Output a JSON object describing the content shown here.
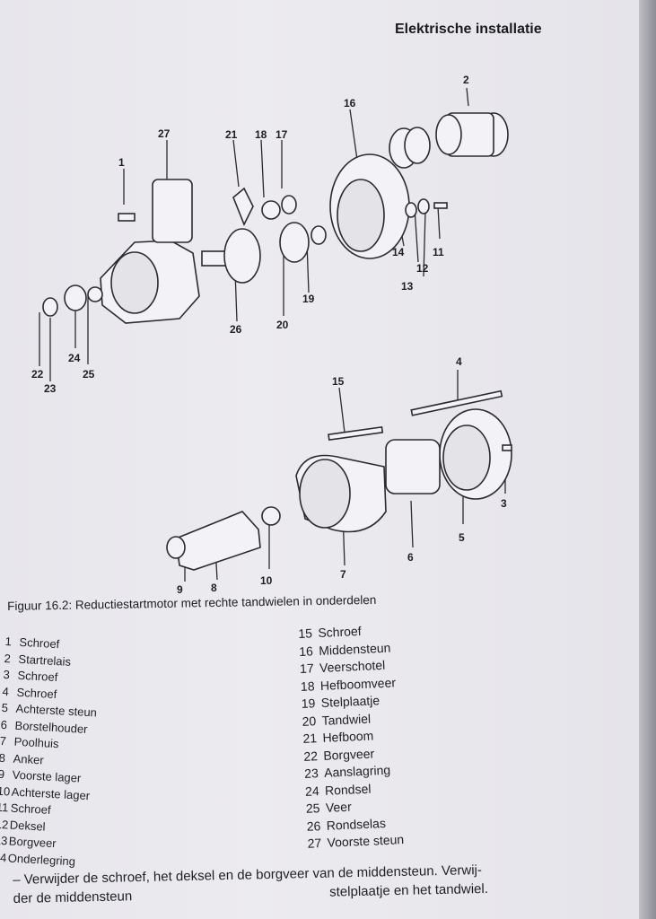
{
  "header": {
    "title": "Elektrische installatie"
  },
  "figure": {
    "caption": "Figuur 16.2: Reductiestartmotor met rechte tandwielen in onderdelen",
    "callouts": [
      "1",
      "2",
      "3",
      "4",
      "5",
      "6",
      "7",
      "8",
      "9",
      "10",
      "11",
      "12",
      "13",
      "14",
      "15",
      "16",
      "17",
      "18",
      "19",
      "20",
      "21",
      "22",
      "23",
      "24",
      "25",
      "26",
      "27"
    ]
  },
  "legend_left": [
    {
      "num": "1",
      "label": "Schroef"
    },
    {
      "num": "2",
      "label": "Startrelais"
    },
    {
      "num": "3",
      "label": "Schroef"
    },
    {
      "num": "4",
      "label": "Schroef"
    },
    {
      "num": "5",
      "label": "Achterste steun"
    },
    {
      "num": "6",
      "label": "Borstelhouder"
    },
    {
      "num": "7",
      "label": "Poolhuis"
    },
    {
      "num": "8",
      "label": "Anker"
    },
    {
      "num": "9",
      "label": "Voorste lager"
    },
    {
      "num": "10",
      "label": "Achterste lager"
    },
    {
      "num": "11",
      "label": "Schroef"
    },
    {
      "num": "12",
      "label": "Deksel"
    },
    {
      "num": "13",
      "label": "Borgveer"
    },
    {
      "num": "14",
      "label": "Onderlegring"
    }
  ],
  "legend_right": [
    {
      "num": "15",
      "label": "Schroef"
    },
    {
      "num": "16",
      "label": "Middensteun"
    },
    {
      "num": "17",
      "label": "Veerschotel"
    },
    {
      "num": "18",
      "label": "Hefboomveer"
    },
    {
      "num": "19",
      "label": "Stelplaatje"
    },
    {
      "num": "20",
      "label": "Tandwiel"
    },
    {
      "num": "21",
      "label": "Hefboom"
    },
    {
      "num": "22",
      "label": "Borgveer"
    },
    {
      "num": "23",
      "label": "Aanslagring"
    },
    {
      "num": "24",
      "label": "Rondsel"
    },
    {
      "num": "25",
      "label": "Veer"
    },
    {
      "num": "26",
      "label": "Rondselas"
    },
    {
      "num": "27",
      "label": "Voorste steun"
    }
  ],
  "body_text": {
    "line1": "– Verwijder de schroef, het deksel en de borgveer van de middensteun. Verwij-",
    "line2": "der de middensteun",
    "line3": "stelplaatje en het tandwiel."
  }
}
